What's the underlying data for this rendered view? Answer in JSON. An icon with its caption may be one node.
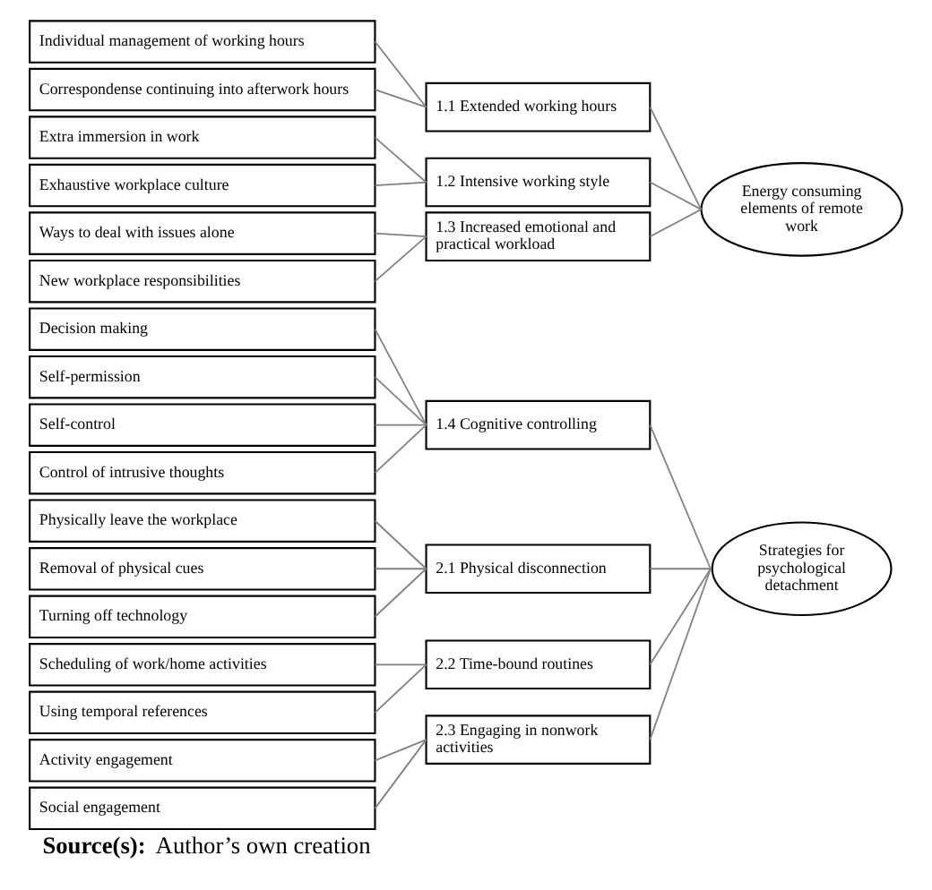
{
  "diagram": {
    "caption": "**Source(s):** Author’s own creation",
    "nodes": [
      {
        "text": [
          "Individual management of working hours"
        ]
      },
      {
        "text": [
          "Correspondense continuing into afterwork hours"
        ]
      },
      {
        "text": [
          "Extra immersion in work"
        ]
      },
      {
        "text": [
          "Exhaustive workplace culture"
        ]
      },
      {
        "text": [
          "Ways to deal with issues alone"
        ]
      },
      {
        "text": [
          "New workplace responsibilities"
        ]
      },
      {
        "text": [
          "Decision making"
        ]
      },
      {
        "text": [
          "Self-permission"
        ]
      },
      {
        "text": [
          "Self-control"
        ]
      },
      {
        "text": [
          "Control of intrusive thoughts"
        ]
      },
      {
        "text": [
          "Physically leave the workplace"
        ]
      },
      {
        "text": [
          "Removal of physical cues"
        ]
      },
      {
        "text": [
          "Turning off technology"
        ]
      },
      {
        "text": [
          "Scheduling of work/home activities"
        ]
      },
      {
        "text": [
          "Using temporal references"
        ]
      },
      {
        "text": [
          "Activity engagement"
        ]
      },
      {
        "text": [
          "Social engagement"
        ]
      },
      {
        "text": [
          "1.1 Extended working hours"
        ]
      },
      {
        "text": [
          "1.2 Intensive working style"
        ]
      },
      {
        "text": [
          "1.3 Increased emotional and practical workload"
        ]
      },
      {
        "text": [
          "1.4 Cognitive controlling"
        ]
      },
      {
        "text": [
          "2.1 Physical disconnection"
        ]
      },
      {
        "text": [
          "2.2 Time-bound routines"
        ]
      },
      {
        "text": [
          "2.3 Engaging in nonwork activities"
        ]
      },
      {
        "text": [
          "Energy consuming elements of remote work"
        ]
      },
      {
        "text": [
          "Strategies for psychological detachment"
        ]
      }
    ],
    "edges": [
      {
        "from": 0,
        "to": 17,
        "arrow": "none"
      },
      {
        "from": 1,
        "to": 17,
        "arrow": "none"
      },
      {
        "from": 2,
        "to": 18,
        "arrow": "none"
      },
      {
        "from": 3,
        "to": 18,
        "arrow": "none"
      },
      {
        "from": 4,
        "to": 19,
        "arrow": "none"
      },
      {
        "from": 5,
        "to": 19,
        "arrow": "none"
      },
      {
        "from": 6,
        "to": 20,
        "arrow": "none"
      },
      {
        "from": 7,
        "to": 20,
        "arrow": "none"
      },
      {
        "from": 8,
        "to": 20,
        "arrow": "none"
      },
      {
        "from": 9,
        "to": 20,
        "arrow": "none"
      },
      {
        "from": 10,
        "to": 21,
        "arrow": "none"
      },
      {
        "from": 11,
        "to": 21,
        "arrow": "none"
      },
      {
        "from": 12,
        "to": 21,
        "arrow": "none"
      },
      {
        "from": 13,
        "to": 22,
        "arrow": "none"
      },
      {
        "from": 14,
        "to": 22,
        "arrow": "none"
      },
      {
        "from": 15,
        "to": 23,
        "arrow": "none"
      },
      {
        "from": 16,
        "to": 23,
        "arrow": "none"
      },
      {
        "from": 17,
        "to": 24,
        "arrow": "none"
      },
      {
        "from": 18,
        "to": 24,
        "arrow": "none"
      },
      {
        "from": 19,
        "to": 24,
        "arrow": "none"
      },
      {
        "from": 20,
        "to": 25,
        "arrow": "none"
      },
      {
        "from": 21,
        "to": 25,
        "arrow": "none"
      },
      {
        "from": 22,
        "to": 25,
        "arrow": "none"
      },
      {
        "from": 23,
        "to": 25,
        "arrow": "none"
      }
    ]
  }
}
